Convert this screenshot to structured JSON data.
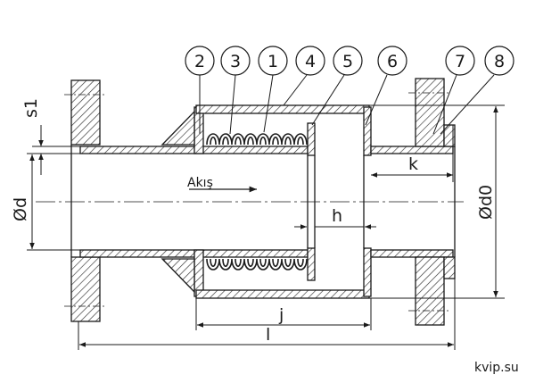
{
  "callouts": [
    {
      "id": "c2",
      "label": "2"
    },
    {
      "id": "c3",
      "label": "3"
    },
    {
      "id": "c1",
      "label": "1"
    },
    {
      "id": "c4",
      "label": "4"
    },
    {
      "id": "c5",
      "label": "5"
    },
    {
      "id": "c6",
      "label": "6"
    },
    {
      "id": "c7",
      "label": "7"
    },
    {
      "id": "c8",
      "label": "8"
    }
  ],
  "dimensions": {
    "s1": "s1",
    "d": "Ød",
    "d0": "Ød0",
    "k": "k",
    "h": "h",
    "j": "j",
    "l": "l"
  },
  "flow_label": "Akış",
  "watermark": "kvip.su",
  "colors": {
    "line": "#1a1a1a",
    "hatch": "#333333",
    "background": "#ffffff"
  }
}
